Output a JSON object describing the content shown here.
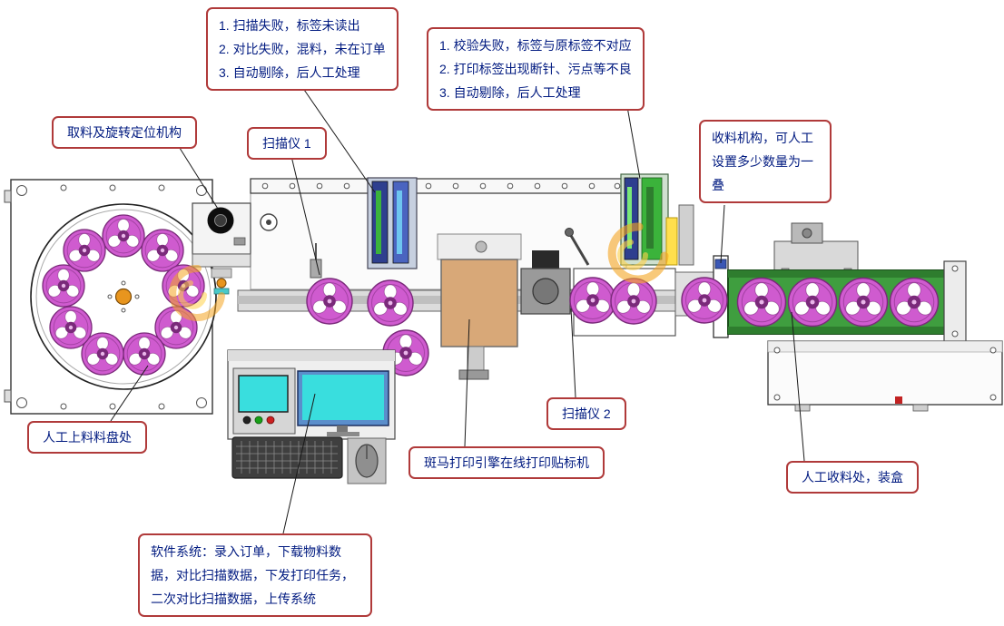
{
  "diagram": {
    "callouts": {
      "scan_fail": {
        "lines": [
          "1. 扫描失败，标签未读出",
          "2. 对比失败，混料，未在订单",
          "3. 自动剔除，后人工处理"
        ]
      },
      "verify_fail": {
        "lines": [
          "1. 校验失败，标签与原标签不对应",
          "2. 打印标签出现断针、污点等不良",
          "3. 自动剔除，后人工处理"
        ]
      },
      "pick_rotate": {
        "label": "取料及旋转定位机构"
      },
      "scanner1": {
        "label": "扫描仪 1"
      },
      "collect_mechanism": {
        "label": "收料机构，可人工设置多少数量为一叠"
      },
      "scanner2": {
        "label": "扫描仪 2"
      },
      "manual_feed": {
        "label": "人工上料料盘处"
      },
      "zebra_printer": {
        "label": "斑马打印引擎在线打印贴标机"
      },
      "manual_collect": {
        "label": "人工收料处，装盒"
      },
      "software": {
        "label": "软件系统：录入订单，下载物料数据，对比扫描数据，下发打印任务，二次对比扫描数据，上传系统"
      }
    },
    "colors": {
      "callout_border": "#b03a3a",
      "callout_text": "#001a80",
      "reel_magenta": "#cf5bcf",
      "reel_dark": "#7a2a7a",
      "conveyor_green": "#3f9e3f",
      "screen_cyan": "#39dede",
      "printer_tan": "#d8a878",
      "scanner_blue": "#2e3f8f",
      "scanner_green": "#3bb33b",
      "watermark_orange": "#f5a623"
    }
  }
}
